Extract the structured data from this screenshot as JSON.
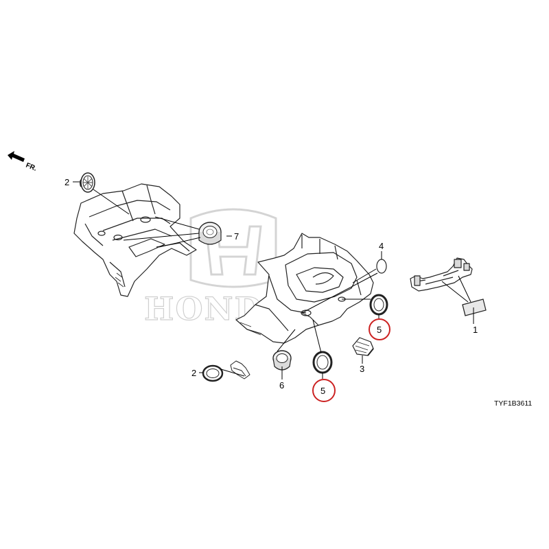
{
  "watermark": {
    "brand": "HONDA"
  },
  "orientation": {
    "label": "FR."
  },
  "diagram_code": "TYF1B3611",
  "callouts": [
    "1",
    "2",
    "2",
    "3",
    "4",
    "5",
    "5",
    "6",
    "7"
  ],
  "highlight": {
    "ring_color": "#cc2222",
    "highlighted_callout": "5"
  }
}
